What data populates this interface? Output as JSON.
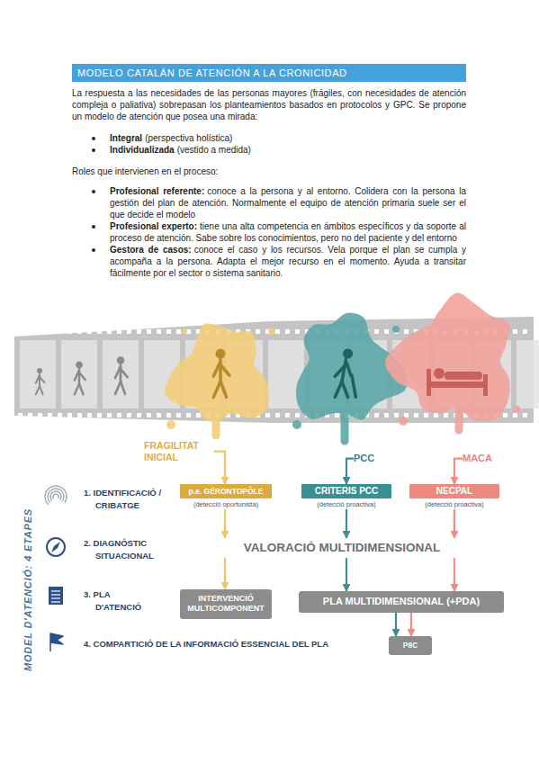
{
  "diagram": {
    "title": "MODELO CATALÁN DE ATENCIÓN A LA CRONICIDAD",
    "nodes": [
      {
        "text": [
          "FRAGILITAT INICIAL"
        ]
      },
      {
        "text": [
          "PCC"
        ]
      },
      {
        "text": [
          "MACA"
        ]
      },
      {
        "text": [
          "p.e. GÉRONTOPÔLE",
          "(detecció oportunista)"
        ]
      },
      {
        "text": [
          "CRITERIS PCC",
          "(detecció proactiva)"
        ]
      },
      {
        "text": [
          "NECPAL",
          "(detecció proactiva)"
        ]
      },
      {
        "text": [
          "VALORACIÓ MULTIDIMENSIONAL"
        ]
      },
      {
        "text": [
          "INTERVENCIÓ MULTICOMPONENT"
        ]
      },
      {
        "text": [
          "PLA MULTIDIMENSIONAL (+PDA)"
        ]
      },
      {
        "text": [
          "PIIC"
        ]
      }
    ],
    "edges": [
      {
        "from": 0,
        "to": 3,
        "arrow": "to"
      },
      {
        "from": 1,
        "to": 4,
        "arrow": "to"
      },
      {
        "from": 2,
        "to": 5,
        "arrow": "to"
      },
      {
        "from": 3,
        "to": 6,
        "arrow": "to"
      },
      {
        "from": 4,
        "to": 6,
        "arrow": "to"
      },
      {
        "from": 5,
        "to": 6,
        "arrow": "to"
      },
      {
        "from": 6,
        "to": 7,
        "arrow": "to"
      },
      {
        "from": 6,
        "to": 8,
        "arrow": "to"
      },
      {
        "from": 6,
        "to": 8,
        "arrow": "to"
      },
      {
        "from": 8,
        "to": 9,
        "arrow": "to"
      },
      {
        "from": 8,
        "to": 9,
        "arrow": "to"
      }
    ],
    "labels": [
      "La respuesta a las necesidades de las personas mayores (frágiles, con necesidades de atención compleja o paliativa) sobrepasan los planteamientos basados en protocolos y GPC. Se propone un modelo de atención que posea una mirada:",
      "Integral",
      "(perspectiva holística)",
      "Individualizada",
      "(vestido a medida)",
      "Roles que intervienen en el proceso:",
      "Profesional referente:",
      "conoce a la persona y al entorno. Colidera con la persona la gestión del plan de atención. Normalmente el equipo de atención primaria suele ser el que decide el modelo",
      "Profesional experto:",
      "tiene una alta competencia en ámbitos específicos y da soporte al proceso de atención. Sabe sobre los conocimientos, pero no del paciente y del entorno",
      "Gestora de casos:",
      "conoce el caso y los recursos. Vela porque el plan se cumpla y acompaña a la persona. Adapta el mejor recurso en el momento. Ayuda a transitar fácilmente por el sector o sistema sanitario.",
      "MODEL D'ATENCIÓ: 4 ETAPES",
      "1. IDENTIFICACIÓ / CRIBATGE",
      "2. DIAGNÒSTIC SITUACIONAL",
      "3. PLA D'ATENCIÓ",
      "4. COMPARTICIÓ DE LA INFORMACIÓ ESSENCIAL DEL PLA"
    ]
  }
}
